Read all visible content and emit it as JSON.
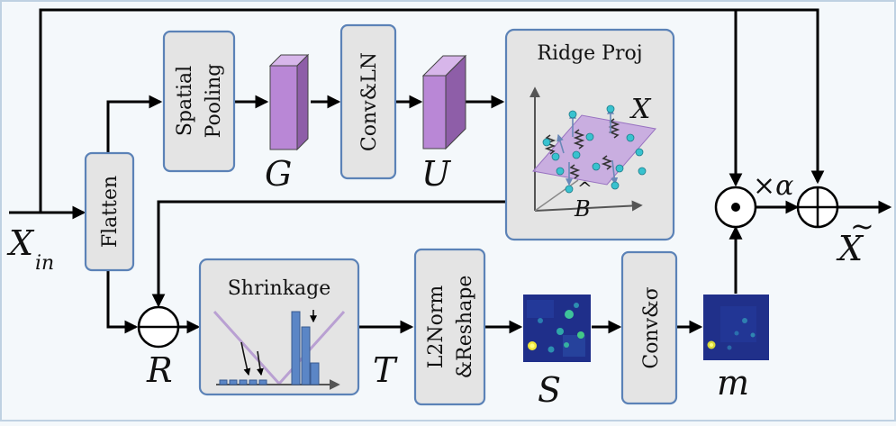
{
  "inputs": {
    "x_in": "X",
    "x_in_sub": "in"
  },
  "modules": {
    "flatten": "Flatten",
    "spatial_pooling_line1": "Spatial",
    "spatial_pooling_line2": "Pooling",
    "conv_ln": "Conv&LN",
    "ridge_proj": "Ridge Proj",
    "ridge_x": "X",
    "ridge_b": "B",
    "ridge_b_hat": "^",
    "shrinkage": "Shrinkage",
    "l2norm_line1": "L2Norm",
    "l2norm_line2": "&Reshape",
    "conv_sigma": "Conv&σ"
  },
  "symbols": {
    "g": "G",
    "u": "U",
    "r": "R",
    "t": "T",
    "s": "S",
    "m": "m",
    "alpha": "×α",
    "output": "X",
    "output_tilde": "~"
  },
  "colors": {
    "box_fill": "#e4e4e4",
    "box_border": "#5b82b7",
    "tensor_front": "#b987d6",
    "tensor_top": "#d7b6ea",
    "tensor_side": "#8e5ea8",
    "plane": "#c2a0de",
    "bars": "#5b86c6",
    "heatmap_bg": "#1f2f8a"
  }
}
